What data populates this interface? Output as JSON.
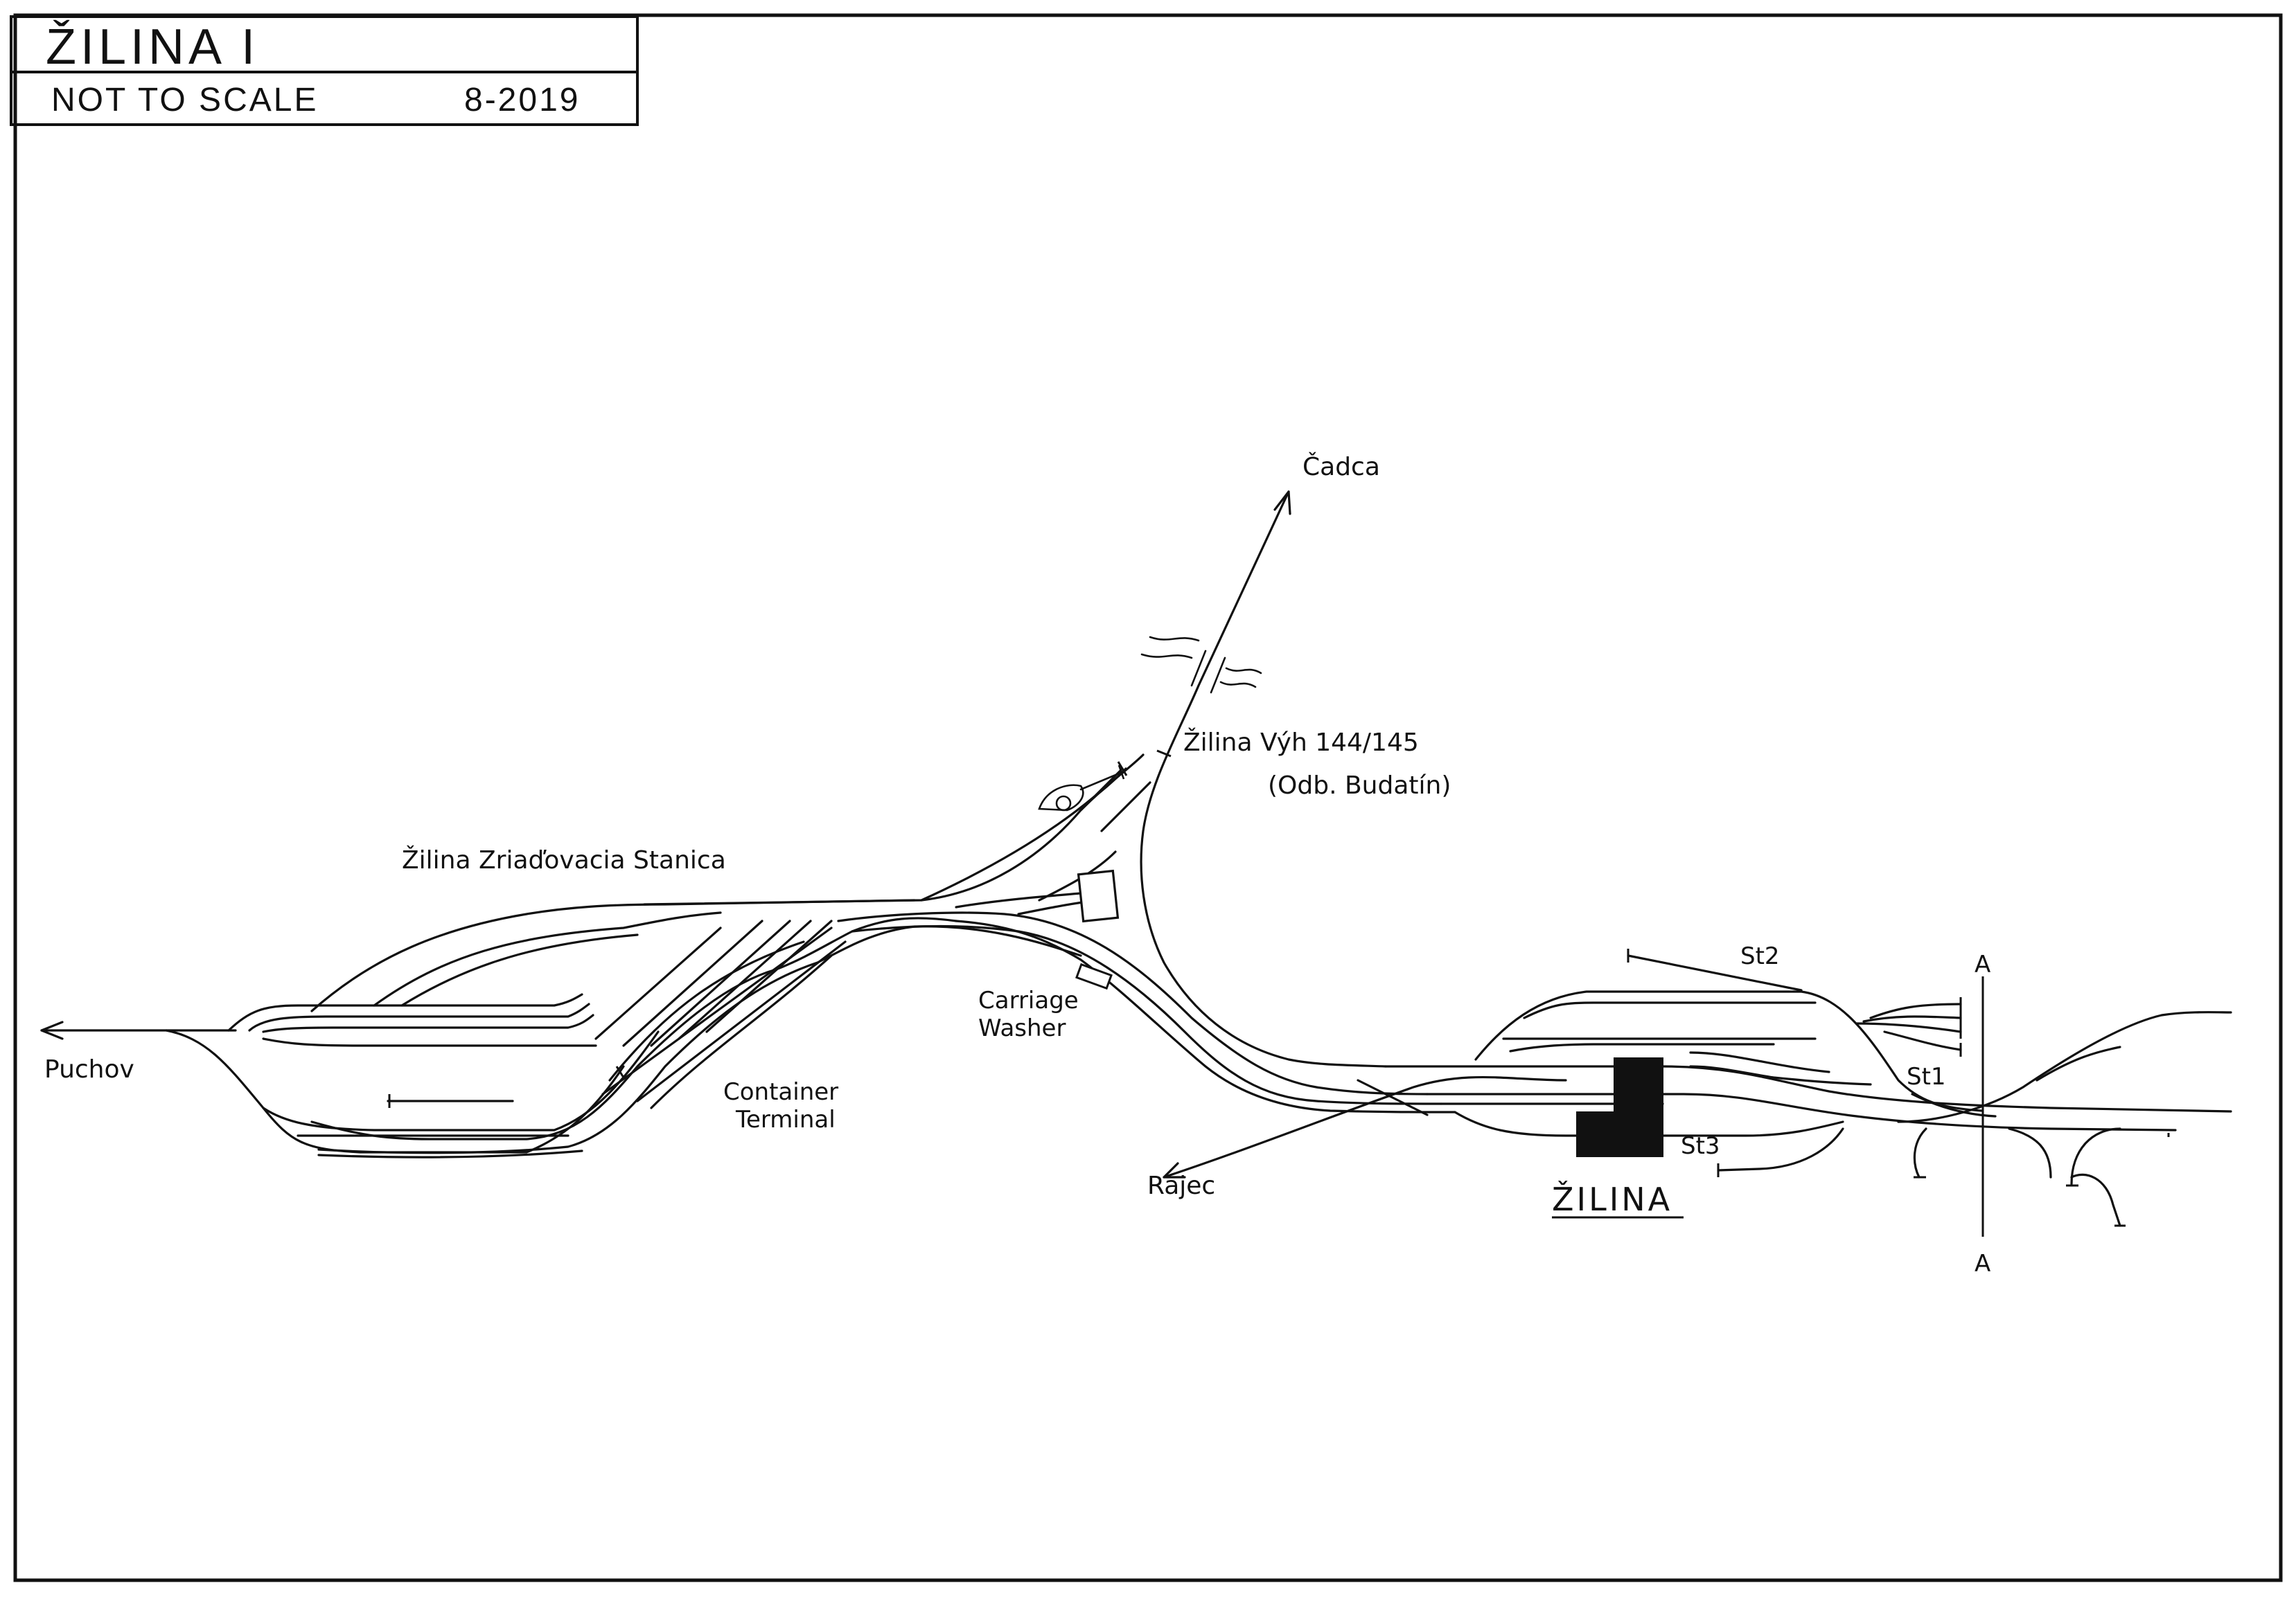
{
  "title": {
    "name": "ŽILINA I",
    "scale_note": "NOT TO SCALE",
    "date": "8-2019"
  },
  "labels": {
    "cadca": "Čadca",
    "junction": "Žilina Výh 144/145",
    "junction_sub": "(Odb. Budatín)",
    "yard": "Žilina Zriaďovacia Stanica",
    "puchov": "Puchov",
    "carriage_1": "Carriage",
    "carriage_2": "Washer",
    "container_1": "Container",
    "container_2": "Terminal",
    "rajec": "Rajec",
    "station": "ŽILINA",
    "st1": "St1",
    "st2": "St2",
    "st3": "St3",
    "section_top": "A",
    "section_bottom": "A"
  }
}
